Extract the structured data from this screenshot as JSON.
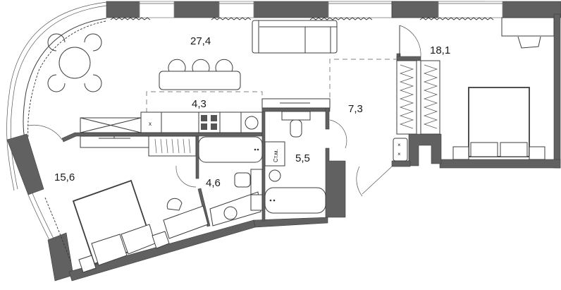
{
  "plan": {
    "type": "apartment-floor-plan",
    "colors": {
      "wall": "#616161",
      "line": "#3d3d3d",
      "zone_dash": "#9a9a9a",
      "background": "#ffffff"
    },
    "rooms": [
      {
        "id": "living-kitchen",
        "area": "27,4"
      },
      {
        "id": "kitchen-zone",
        "area": "4,3"
      },
      {
        "id": "hallway",
        "area": "7,3"
      },
      {
        "id": "master-bedroom",
        "area": "18,1"
      },
      {
        "id": "bedroom",
        "area": "15,6"
      },
      {
        "id": "bathroom-1",
        "area": "4,6"
      },
      {
        "id": "bathroom-2",
        "area": "5,5"
      }
    ],
    "labels": {
      "washing_machine": "Ст.м.",
      "fridge_mark": "x",
      "shaft_mark_1": "×",
      "shaft_mark_2": "×"
    }
  }
}
